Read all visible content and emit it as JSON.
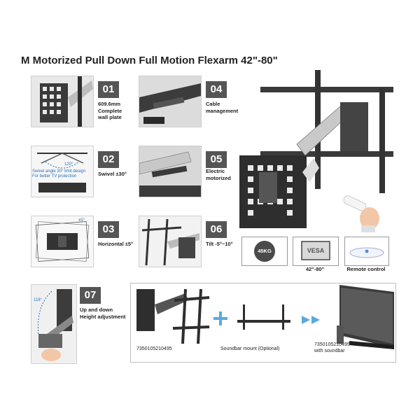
{
  "title": "M Motorized Pull Down Full Motion Flexarm 42\"-80\"",
  "features": [
    {
      "num": "01",
      "line1": "609.6mm",
      "line2": "Complete",
      "line3": "wall plate"
    },
    {
      "num": "04",
      "line1": "Cable",
      "line2": "management"
    },
    {
      "num": "02",
      "line1": "Swivel ±30°",
      "note1": "Swivel angle 30° limit design",
      "note2": "For better TV protection",
      "angle": "120°"
    },
    {
      "num": "05",
      "line1": "Electric",
      "line2": "motorized"
    },
    {
      "num": "03",
      "line1": "Horizontal ±5°",
      "deg": "±5°"
    },
    {
      "num": "06",
      "line1": "Tilt -5°~10°"
    },
    {
      "num": "07",
      "line1": "Up and down",
      "line2": "Height adjustment",
      "angle": "118°"
    }
  ],
  "badges": [
    {
      "label": "",
      "icon": "weight-icon",
      "text": "45KG"
    },
    {
      "label": "42\"-80\"",
      "icon": "vesa-icon",
      "text": "VESA"
    },
    {
      "label": "Remote control",
      "icon": "remote-icon"
    }
  ],
  "bundle": {
    "sku1": "7350105210495",
    "mount_label": "Soundbar mount (Optional)",
    "sku2": "7350105210495",
    "sku2_sub": "with soundbar"
  },
  "colors": {
    "accent": "#555555",
    "dark": "#222222",
    "link": "#2a6fb5"
  }
}
